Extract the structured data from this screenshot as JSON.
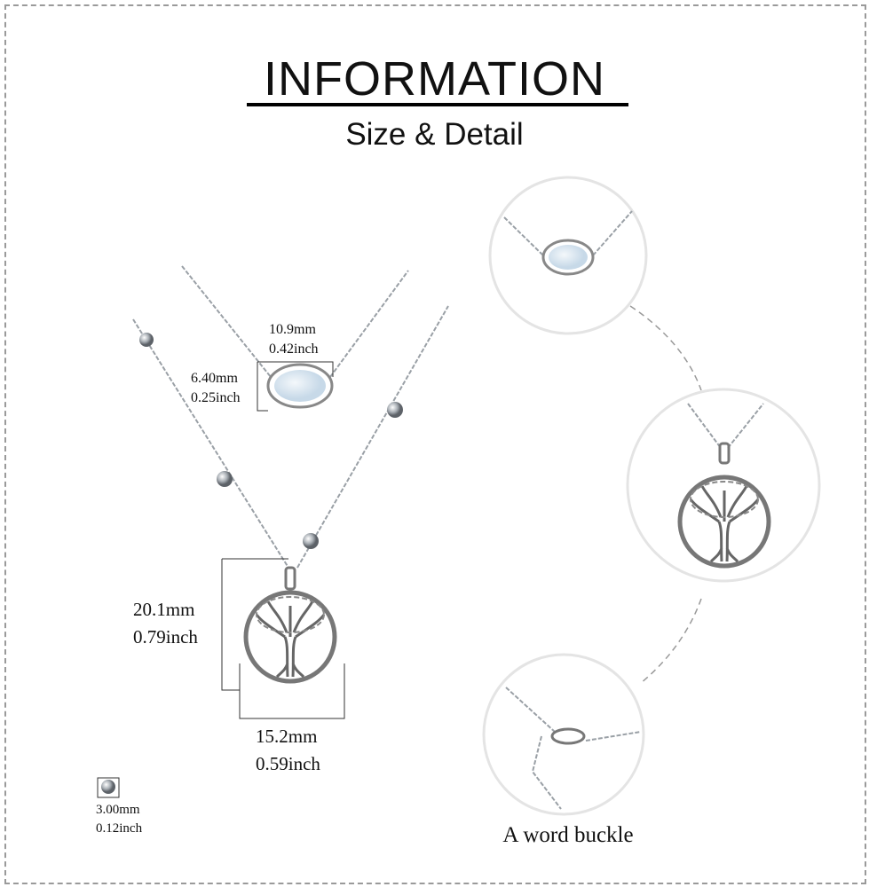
{
  "header": {
    "title": "INFORMATION",
    "subtitle": "Size & Detail"
  },
  "dimensions": {
    "opal_width": {
      "mm": "10.9mm",
      "inch": "0.42inch"
    },
    "opal_height": {
      "mm": "6.40mm",
      "inch": "0.25inch"
    },
    "pendant_height": {
      "mm": "20.1mm",
      "inch": "0.79inch"
    },
    "pendant_width": {
      "mm": "15.2mm",
      "inch": "0.59inch"
    },
    "bead": {
      "mm": "3.00mm",
      "inch": "0.12inch"
    }
  },
  "details": {
    "buckle_caption": "A word buckle"
  },
  "colors": {
    "silver": "#b8bcc2",
    "opal": "#dce8f2",
    "frame": "#9a9a9a"
  }
}
